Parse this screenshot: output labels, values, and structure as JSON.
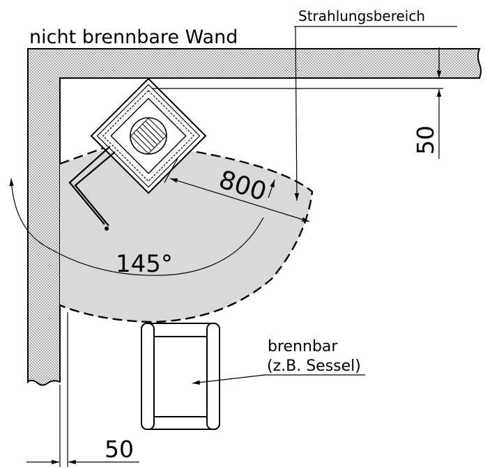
{
  "labels": {
    "wall": "nicht brennbare Wand",
    "radiation_zone": "Strahlungsbereich",
    "distance_top": "50",
    "distance_front": "800",
    "angle": "145°",
    "flammable": "brennbar",
    "flammable_example": "(z.B. Sessel)",
    "distance_side": "50"
  },
  "colors": {
    "hatch_fill": "#f2f2f2",
    "hatch_dot": "#444444",
    "radiation_fill": "#d9d9d9",
    "line": "#000000"
  }
}
